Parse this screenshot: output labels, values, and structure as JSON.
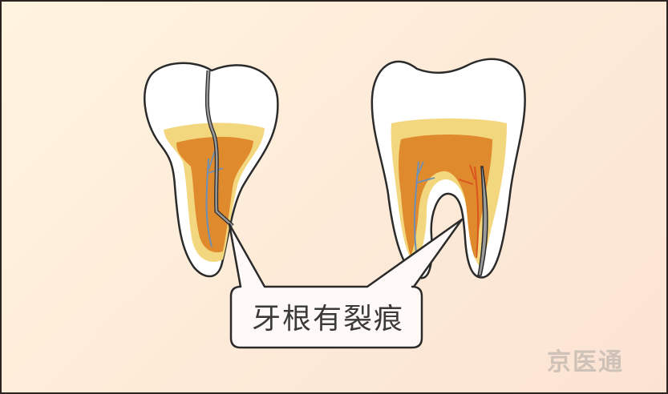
{
  "illustration": {
    "caption": "牙根有裂痕",
    "watermark": "京医通",
    "left_tooth": {
      "type": "single-root tooth",
      "feature": "vertical crack through crown and root"
    },
    "right_tooth": {
      "type": "molar",
      "feature": "crack along right root"
    },
    "colors": {
      "background_start": "#fff4e0",
      "background_end": "#fbe3d4",
      "enamel": "#ffffff",
      "dentin": "#f3d77f",
      "pulp": "#e08a2e",
      "nerve_blue": "#6b8fb5",
      "nerve_red": "#d9541e",
      "crack": "#8a8a8a",
      "outline": "#2b2b2b",
      "bubble_fill": "#fffaf7"
    }
  }
}
